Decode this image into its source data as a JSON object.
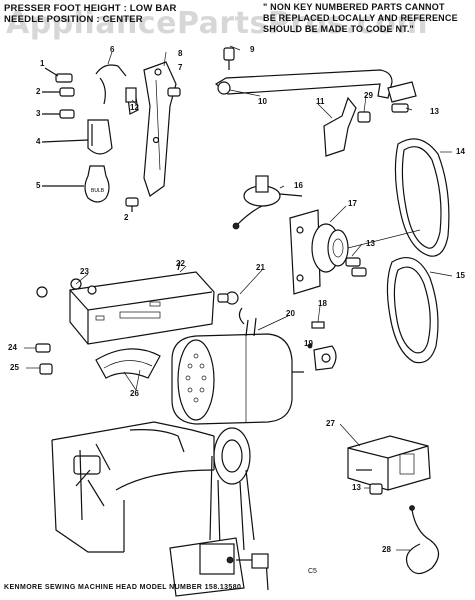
{
  "header": {
    "left_line1": "PRESSER FOOT HEIGHT : LOW BAR",
    "left_line2": "NEEDLE POSITION : CENTER",
    "right_line1": "\" NON KEY NUMBERED PARTS CANNOT",
    "right_line2": "BE REPLACED LOCALLY AND REFERENCE",
    "right_line3": "SHOULD BE MADE TO CODE NT.\""
  },
  "watermark": "AppliancePartsPros.com",
  "callouts": [
    "1",
    "2",
    "3",
    "4",
    "5",
    "6",
    "7",
    "8",
    "9",
    "10",
    "11",
    "12",
    "13",
    "14",
    "15",
    "16",
    "17",
    "18",
    "19",
    "20",
    "21",
    "22",
    "23",
    "24",
    "25",
    "26",
    "27",
    "28",
    "29"
  ],
  "extra_callouts": [
    "2",
    "13",
    "13"
  ],
  "footer": "KENMORE SEWING MACHINE HEAD MODEL NUMBER 158.13580",
  "page_mark": "C5"
}
